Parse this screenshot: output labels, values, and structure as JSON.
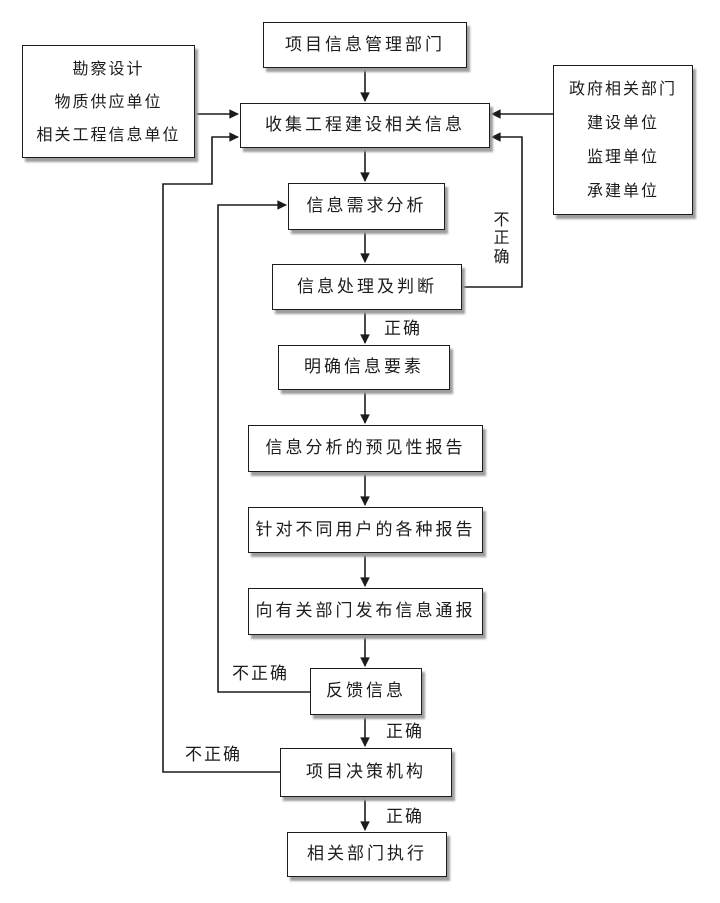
{
  "diagram": {
    "title_hint": "项目信息管理流程图",
    "colors": {
      "background": "#ffffff",
      "line": "#1c1c1c",
      "box_fill": "#ffffff",
      "box_shadow": "#9d9d9d"
    },
    "nodes": {
      "top_dept": {
        "label": "项目信息管理部门"
      },
      "left_group": {
        "lines": [
          "勘察设计",
          "物质供应单位",
          "相关工程信息单位"
        ]
      },
      "right_group": {
        "lines": [
          "政府相关部门",
          "建设单位",
          "监理单位",
          "承建单位"
        ]
      },
      "collect": {
        "label": "收集工程建设相关信息"
      },
      "demand": {
        "label": "信息需求分析"
      },
      "process": {
        "label": "信息处理及判断"
      },
      "clarify": {
        "label": "明确信息要素"
      },
      "predict": {
        "label": "信息分析的预见性报告"
      },
      "reports": {
        "label": "针对不同用户的各种报告"
      },
      "notify": {
        "label": "向有关部门发布信息通报"
      },
      "feedback": {
        "label": "反馈信息"
      },
      "decision": {
        "label": "项目决策机构"
      },
      "execute": {
        "label": "相关部门执行"
      }
    },
    "edge_labels": {
      "correct_after_process": "正确",
      "correct_after_feedback": "正确",
      "correct_after_decision": "正确",
      "incorrect_process_to_collect": "不正确",
      "incorrect_feedback_to_demand": "不正确",
      "incorrect_decision_to_collect": "不正确"
    }
  }
}
